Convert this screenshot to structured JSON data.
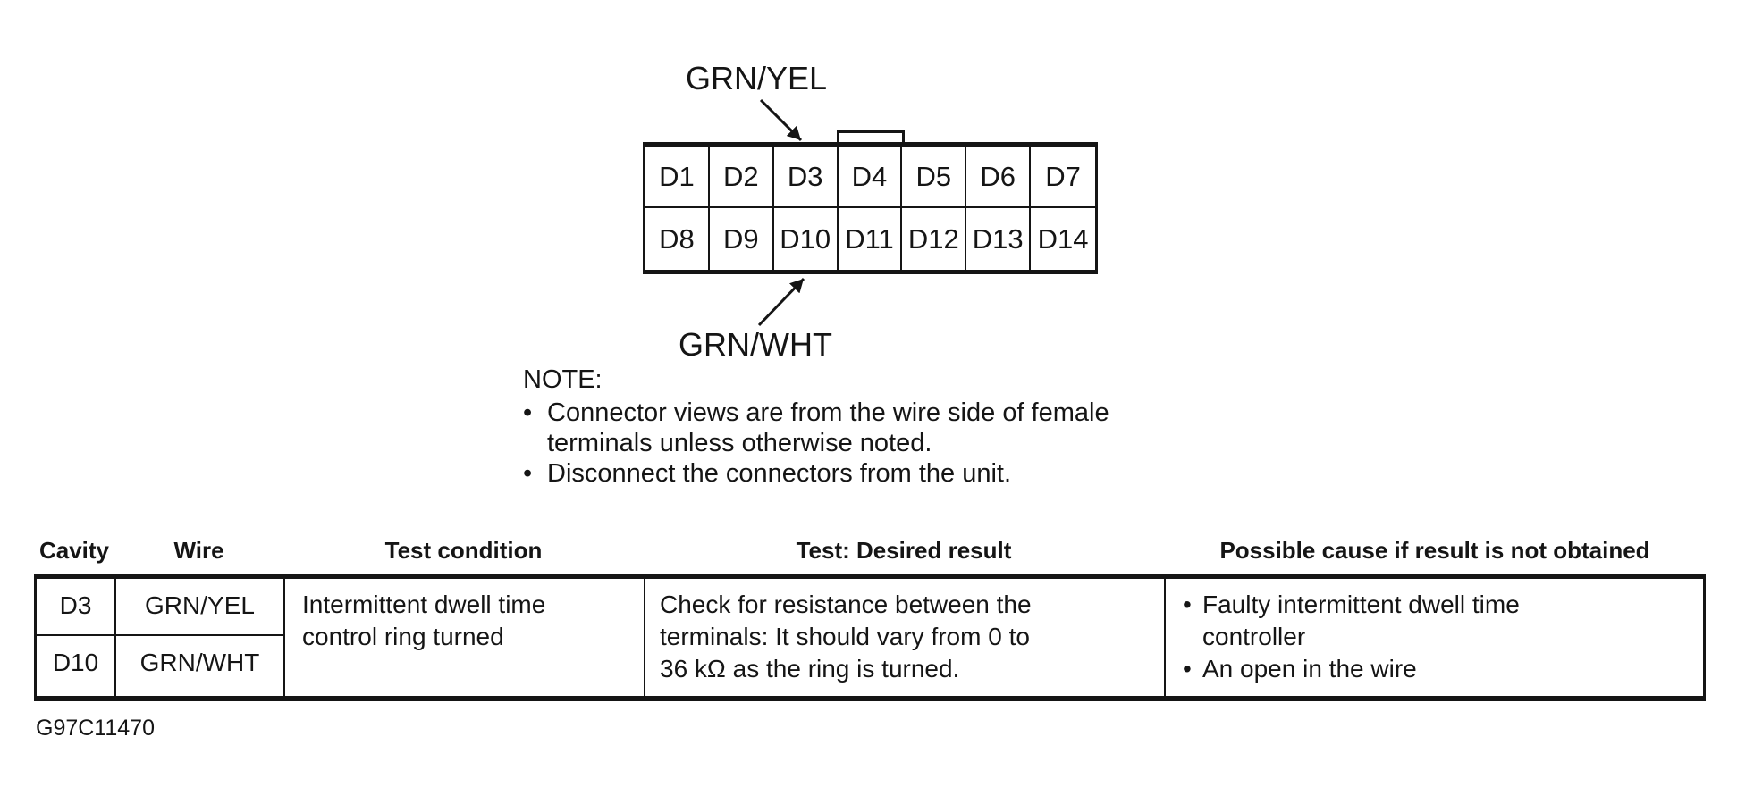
{
  "glyphs": {
    "bullet": "•"
  },
  "diagram": {
    "top_wire_label": "GRN/YEL",
    "bottom_wire_label": "GRN/WHT",
    "pins_row1": [
      "D1",
      "D2",
      "D3",
      "D4",
      "D5",
      "D6",
      "D7"
    ],
    "pins_row2": [
      "D8",
      "D9",
      "D10",
      "D11",
      "D12",
      "D13",
      "D14"
    ]
  },
  "note": {
    "title": "NOTE:",
    "bullets": [
      "Connector views are from the wire side of female terminals unless otherwise noted.",
      "Disconnect the connectors from the unit."
    ]
  },
  "table": {
    "headers": [
      "Cavity",
      "Wire",
      "Test condition",
      "Test: Desired result",
      "Possible cause if result is not obtained"
    ],
    "rows": [
      {
        "cavity": "D3",
        "wire": "GRN/YEL"
      },
      {
        "cavity": "D10",
        "wire": "GRN/WHT"
      }
    ],
    "test_condition_lines": [
      "Intermittent dwell time",
      "control ring turned"
    ],
    "desired_result_lines": [
      "Check for resistance between the",
      "terminals: It should vary from 0 to",
      "36 kΩ as the ring is turned."
    ],
    "possible_causes": [
      "Faulty intermittent dwell time controller",
      "An open in the wire"
    ]
  },
  "footer": {
    "figure_id": "G97C11470"
  }
}
